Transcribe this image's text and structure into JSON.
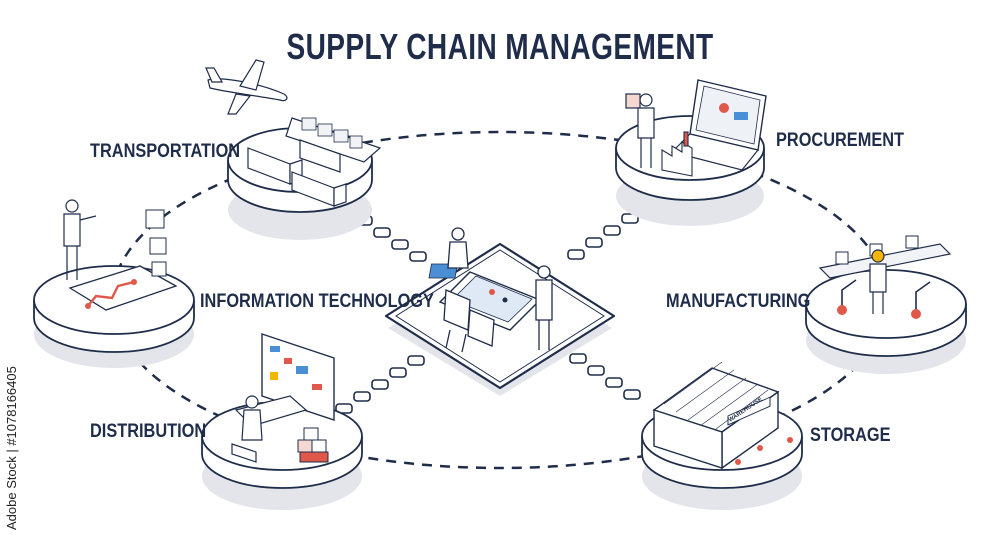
{
  "title": "SUPPLY CHAIN MANAGEMENT",
  "nodes": {
    "transportation": "TRANSPORTATION",
    "procurement": "PROCUREMENT",
    "information_technology": "INFORMATION TECHNOLOGY",
    "manufacturing": "MANUFACTURING",
    "distribution": "DISTRIBUTION",
    "storage": "STORAGE"
  },
  "warehouse_sign": "WAREHOUSE",
  "watermark": "Adobe Stock | #1078166405",
  "colors": {
    "navy": "#1f2d4a",
    "shadow": "#e3e5ea",
    "accent": "#e0584a",
    "screen": "#4a8fd6"
  }
}
